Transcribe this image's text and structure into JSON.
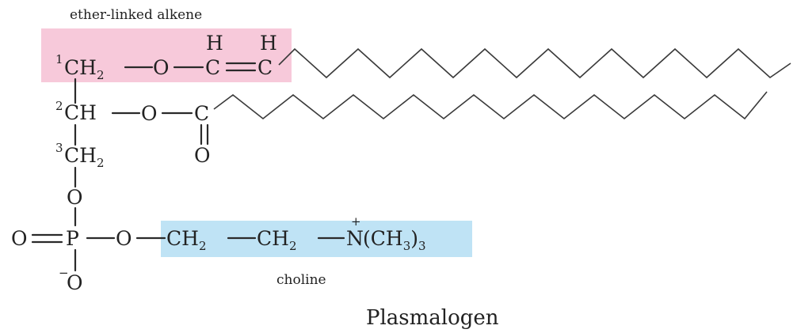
{
  "highlight_colors": {
    "ether_alkene": "#f7c9da",
    "choline": "#bfe3f5"
  },
  "labels": {
    "ether_linked_alkene": "ether-linked alkene",
    "choline": "choline",
    "title": "Plasmalogen"
  },
  "atoms": {
    "c1_number": "1",
    "c2_number": "2",
    "c3_number": "3",
    "ch2": "CH",
    "ch": "CH",
    "sub2": "2",
    "sub3": "3",
    "o": "O",
    "c": "C",
    "h": "H",
    "p": "P",
    "n": "N",
    "plus": "+",
    "minus": "−",
    "ch3_open": "(CH",
    "ch3_close": ")"
  }
}
